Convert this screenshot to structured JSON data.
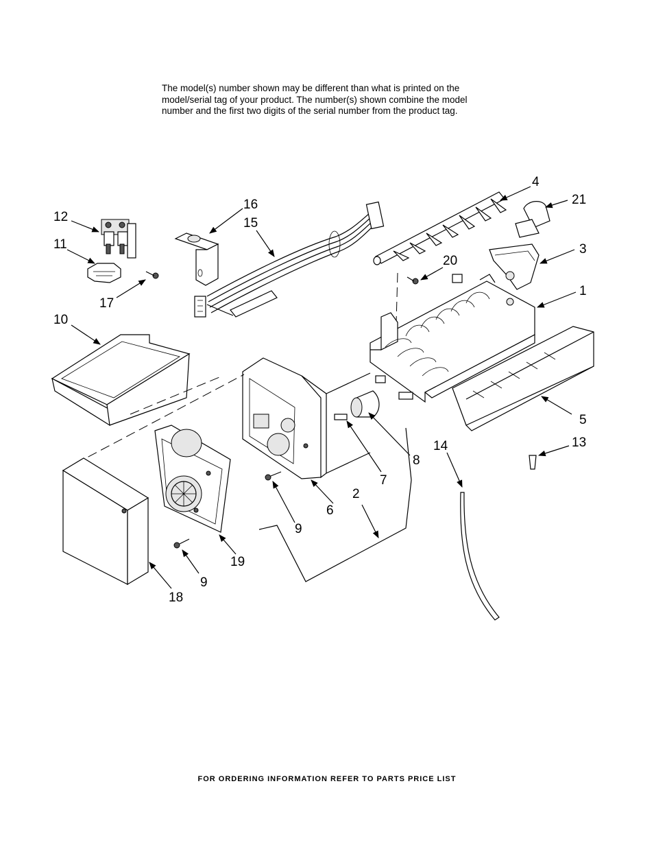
{
  "notice": {
    "lines": [
      "The model(s) number shown may be different than what is printed on the",
      "model/serial tag of your product. The number(s) shown combine the model",
      "number and the first two digits of the serial number from the product tag."
    ]
  },
  "callouts": {
    "c1": "1",
    "c2": "2",
    "c3": "3",
    "c4": "4",
    "c5": "5",
    "c6": "6",
    "c7": "7",
    "c8": "8",
    "c9a": "9",
    "c9b": "9",
    "c10": "10",
    "c11": "11",
    "c12": "12",
    "c13": "13",
    "c14": "14",
    "c15": "15",
    "c16": "16",
    "c17": "17",
    "c18": "18",
    "c19": "19",
    "c20": "20",
    "c21": "21"
  },
  "footer": "FOR ORDERING INFORMATION REFER TO PARTS PRICE LIST"
}
